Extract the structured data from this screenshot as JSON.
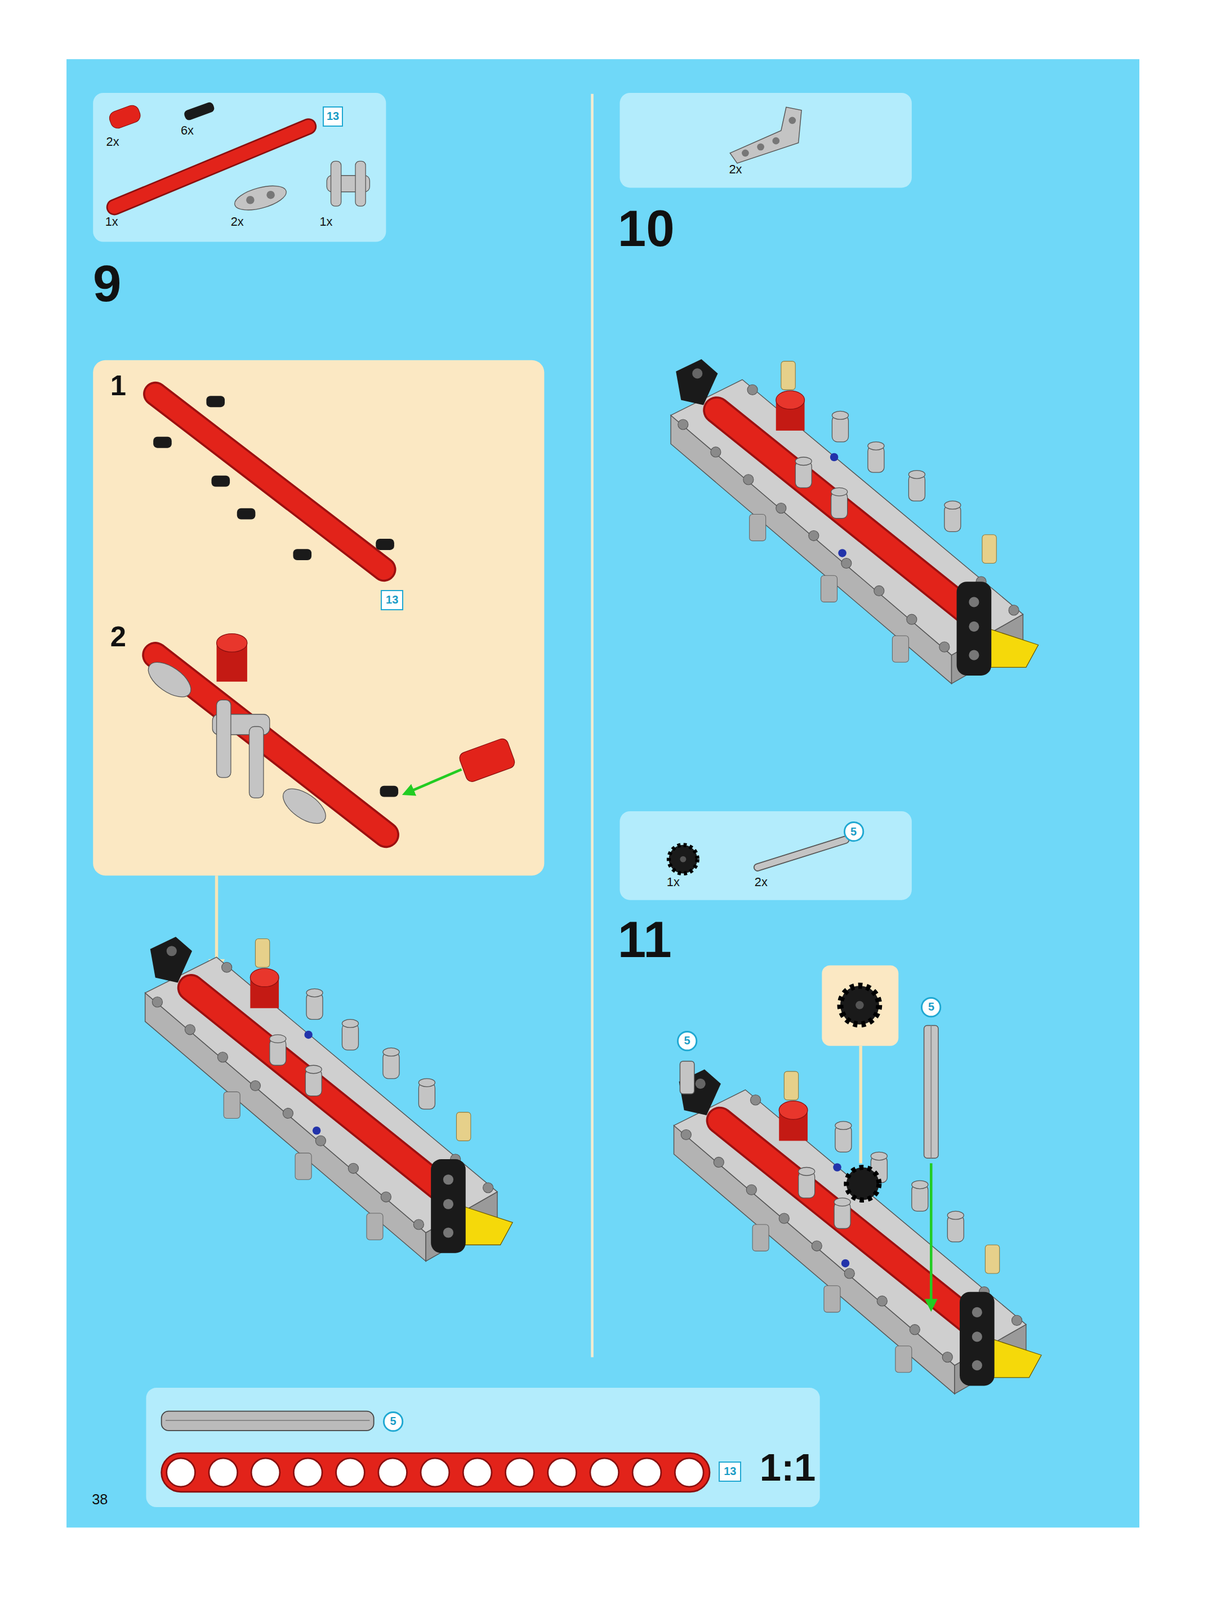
{
  "diagram": {
    "nodes": [
      {
        "text": [
          "2x",
          "6x",
          "1x",
          "2x",
          "1x"
        ]
      },
      {
        "text": [
          "13"
        ],
        "in": 0
      },
      {
        "text": [
          "1",
          "2"
        ]
      },
      {
        "text": [
          "13"
        ],
        "in": 2
      },
      {
        "text": [
          "2x"
        ]
      },
      {
        "text": [
          "1x",
          "2x"
        ]
      },
      {
        "text": [
          "5"
        ],
        "in": 5
      },
      {
        "text": [
          "5"
        ]
      },
      {
        "text": [
          "5"
        ]
      },
      {
        "text": [
          "1:1"
        ]
      },
      {
        "text": [
          "5"
        ],
        "in": 9
      },
      {
        "text": [
          "13"
        ],
        "in": 9
      }
    ],
    "labels": [
      "9",
      "10",
      "11",
      "38"
    ]
  }
}
